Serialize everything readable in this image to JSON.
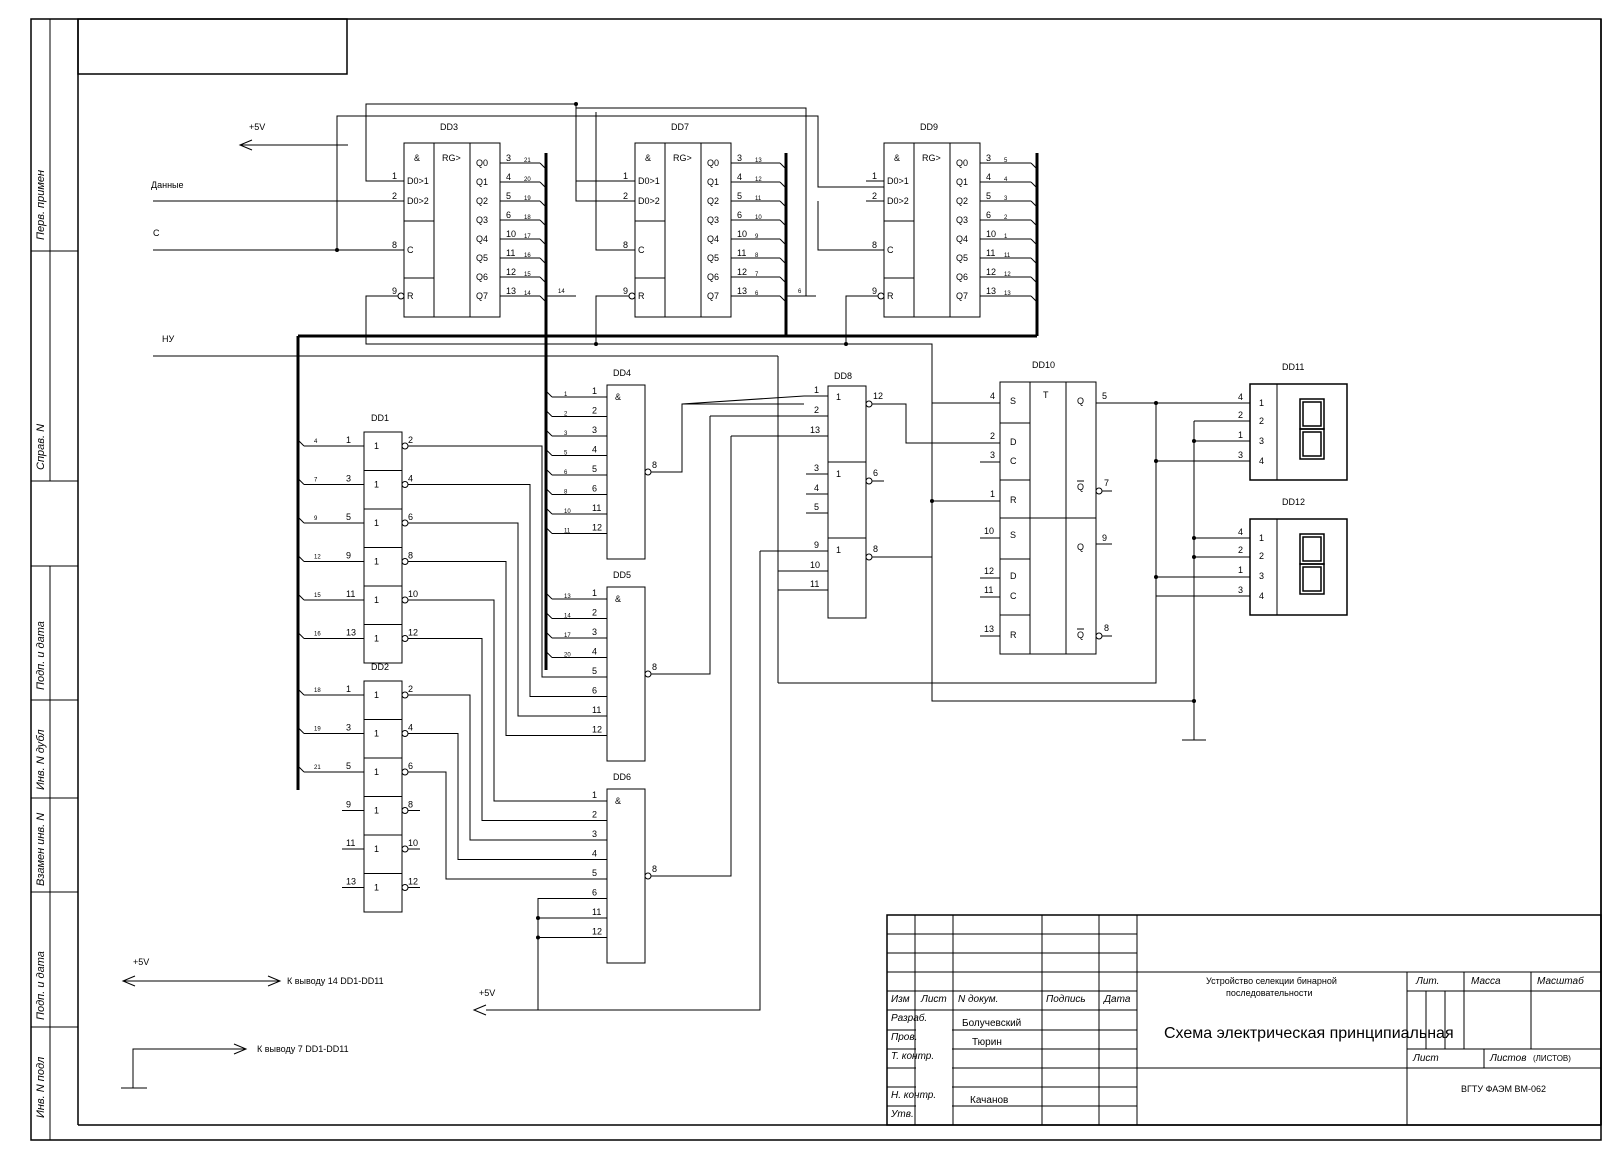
{
  "sheet": {
    "side_labels": [
      "Перв. примен",
      "Справ. N",
      "Подп. и дата",
      "Инв. N дубл",
      "Взамен инв. N",
      "Подп. и дата",
      "Инв. N подл"
    ]
  },
  "signals": {
    "vcc_top": "+5V",
    "data_in": "Данные",
    "clock_in": "С",
    "reset_in": "НУ",
    "vcc_bottom_left": "+5V",
    "vcc_pin14_note": "К выводу 14 DD1-DD11",
    "gnd_pin7_note": "К выводу 7 DD1-DD11",
    "vcc_mid": "+5V"
  },
  "registers": [
    {
      "name": "DD3",
      "and_sym": "&",
      "rg_sym": "RG>",
      "inputs": [
        "D0>1",
        "D0>2",
        "C",
        "R"
      ],
      "input_pins": [
        "1",
        "2",
        "8",
        "9"
      ],
      "outputs": [
        "Q0",
        "Q1",
        "Q2",
        "Q3",
        "Q4",
        "Q5",
        "Q6",
        "Q7"
      ],
      "output_pins": [
        "3",
        "4",
        "5",
        "6",
        "10",
        "11",
        "12",
        "13"
      ],
      "wire_nums": [
        "21",
        "20",
        "19",
        "18",
        "17",
        "16",
        "15",
        "14"
      ],
      "tail_num": "14"
    },
    {
      "name": "DD7",
      "and_sym": "&",
      "rg_sym": "RG>",
      "inputs": [
        "D0>1",
        "D0>2",
        "C",
        "R"
      ],
      "input_pins": [
        "1",
        "2",
        "8",
        "9"
      ],
      "outputs": [
        "Q0",
        "Q1",
        "Q2",
        "Q3",
        "Q4",
        "Q5",
        "Q6",
        "Q7"
      ],
      "output_pins": [
        "3",
        "4",
        "5",
        "6",
        "10",
        "11",
        "12",
        "13"
      ],
      "wire_nums": [
        "13",
        "12",
        "11",
        "10",
        "9",
        "8",
        "7",
        "6"
      ],
      "tail_num": "6"
    },
    {
      "name": "DD9",
      "and_sym": "&",
      "rg_sym": "RG>",
      "inputs": [
        "D0>1",
        "D0>2",
        "C",
        "R"
      ],
      "input_pins": [
        "1",
        "2",
        "8",
        "9"
      ],
      "outputs": [
        "Q0",
        "Q1",
        "Q2",
        "Q3",
        "Q4",
        "Q5",
        "Q6",
        "Q7"
      ],
      "output_pins": [
        "3",
        "4",
        "5",
        "6",
        "10",
        "11",
        "12",
        "13"
      ],
      "wire_nums": [
        "5",
        "4",
        "3",
        "2",
        "1",
        "11",
        "12",
        "13"
      ],
      "tail_num": ""
    }
  ],
  "inverters": [
    {
      "name": "DD1",
      "sym": "1",
      "gates": [
        {
          "in": "1",
          "out": "2",
          "wire": "4"
        },
        {
          "in": "3",
          "out": "4",
          "wire": "7"
        },
        {
          "in": "5",
          "out": "6",
          "wire": "9"
        },
        {
          "in": "9",
          "out": "8",
          "wire": "12"
        },
        {
          "in": "11",
          "out": "10",
          "wire": "15"
        },
        {
          "in": "13",
          "out": "12",
          "wire": "16"
        }
      ]
    },
    {
      "name": "DD2",
      "sym": "1",
      "gates": [
        {
          "in": "1",
          "out": "2",
          "wire": "18"
        },
        {
          "in": "3",
          "out": "4",
          "wire": "19"
        },
        {
          "in": "5",
          "out": "6",
          "wire": "21"
        },
        {
          "in": "9",
          "out": "8",
          "wire": ""
        },
        {
          "in": "11",
          "out": "10",
          "wire": ""
        },
        {
          "in": "13",
          "out": "12",
          "wire": ""
        }
      ]
    }
  ],
  "and_gates": [
    {
      "name": "DD4",
      "sym": "&",
      "inputs": [
        "1",
        "2",
        "3",
        "4",
        "5",
        "6",
        "11",
        "12"
      ],
      "wire_nums": [
        "1",
        "2",
        "3",
        "5",
        "6",
        "8",
        "10",
        "11"
      ],
      "output": "8"
    },
    {
      "name": "DD5",
      "sym": "&",
      "inputs": [
        "1",
        "2",
        "3",
        "4",
        "5",
        "6",
        "11",
        "12"
      ],
      "wire_nums": [
        "13",
        "14",
        "17",
        "20",
        "",
        "",
        "",
        ""
      ],
      "output": "8"
    },
    {
      "name": "DD6",
      "sym": "&",
      "inputs": [
        "1",
        "2",
        "3",
        "4",
        "5",
        "6",
        "11",
        "12"
      ],
      "wire_nums": [
        "",
        "",
        "",
        "",
        "",
        "",
        "",
        ""
      ],
      "output": "8"
    }
  ],
  "dd8": {
    "name": "DD8",
    "sym": "1",
    "gate1": {
      "inputs": [
        "1",
        "2",
        "13"
      ],
      "output": "12"
    },
    "gate2": {
      "inputs": [
        "3",
        "4",
        "5"
      ],
      "output": "6"
    },
    "gate3": {
      "inputs": [
        "9",
        "10",
        "11"
      ],
      "output": "8"
    }
  },
  "dd10": {
    "name": "DD10",
    "t_sym": "T",
    "upper": {
      "pins": {
        "S": "4",
        "D": "2",
        "C": "3",
        "R": "1",
        "Q": "5",
        "NQ": "7"
      }
    },
    "lower": {
      "pins": {
        "S": "10",
        "D": "12",
        "C": "11",
        "R": "13",
        "Q": "9",
        "NQ": "8"
      }
    },
    "labels": {
      "S": "S",
      "D": "D",
      "C": "C",
      "R": "R",
      "Q": "Q",
      "NQ": "Q"
    }
  },
  "displays": [
    {
      "name": "DD11",
      "pins_in": [
        "4",
        "2",
        "1",
        "3"
      ],
      "pins_box": [
        "1",
        "2",
        "3",
        "4"
      ],
      "digit": "8"
    },
    {
      "name": "DD12",
      "pins_in": [
        "4",
        "2",
        "1",
        "3"
      ],
      "pins_box": [
        "1",
        "2",
        "3",
        "4"
      ],
      "digit": "8"
    }
  ],
  "title_block": {
    "hdr": {
      "izm": "Изм",
      "list": "Лист",
      "ndok": "N докум.",
      "podp": "Подпись",
      "data": "Дата"
    },
    "roles": {
      "razrab": "Разраб.",
      "prov": "Пров.",
      "tkontr": "Т. контр.",
      "nkontr": "Н. контр.",
      "utv": "Утв."
    },
    "names": {
      "razrab": "Болучевский",
      "prov": "Тюрин",
      "nkontr": "Качанов"
    },
    "doc_title_line1": "Устройство селекции бинарной",
    "doc_title_line2": "последовательности",
    "doc_kind": "Схема электрическая принципиальная",
    "lit": "Лит.",
    "massa": "Масса",
    "masshtab": "Масштаб",
    "list": "Лист",
    "listov": "Листов",
    "listov_note": "(ЛИСТОВ)",
    "org": "ВГТУ ФАЭМ ВМ-062"
  }
}
